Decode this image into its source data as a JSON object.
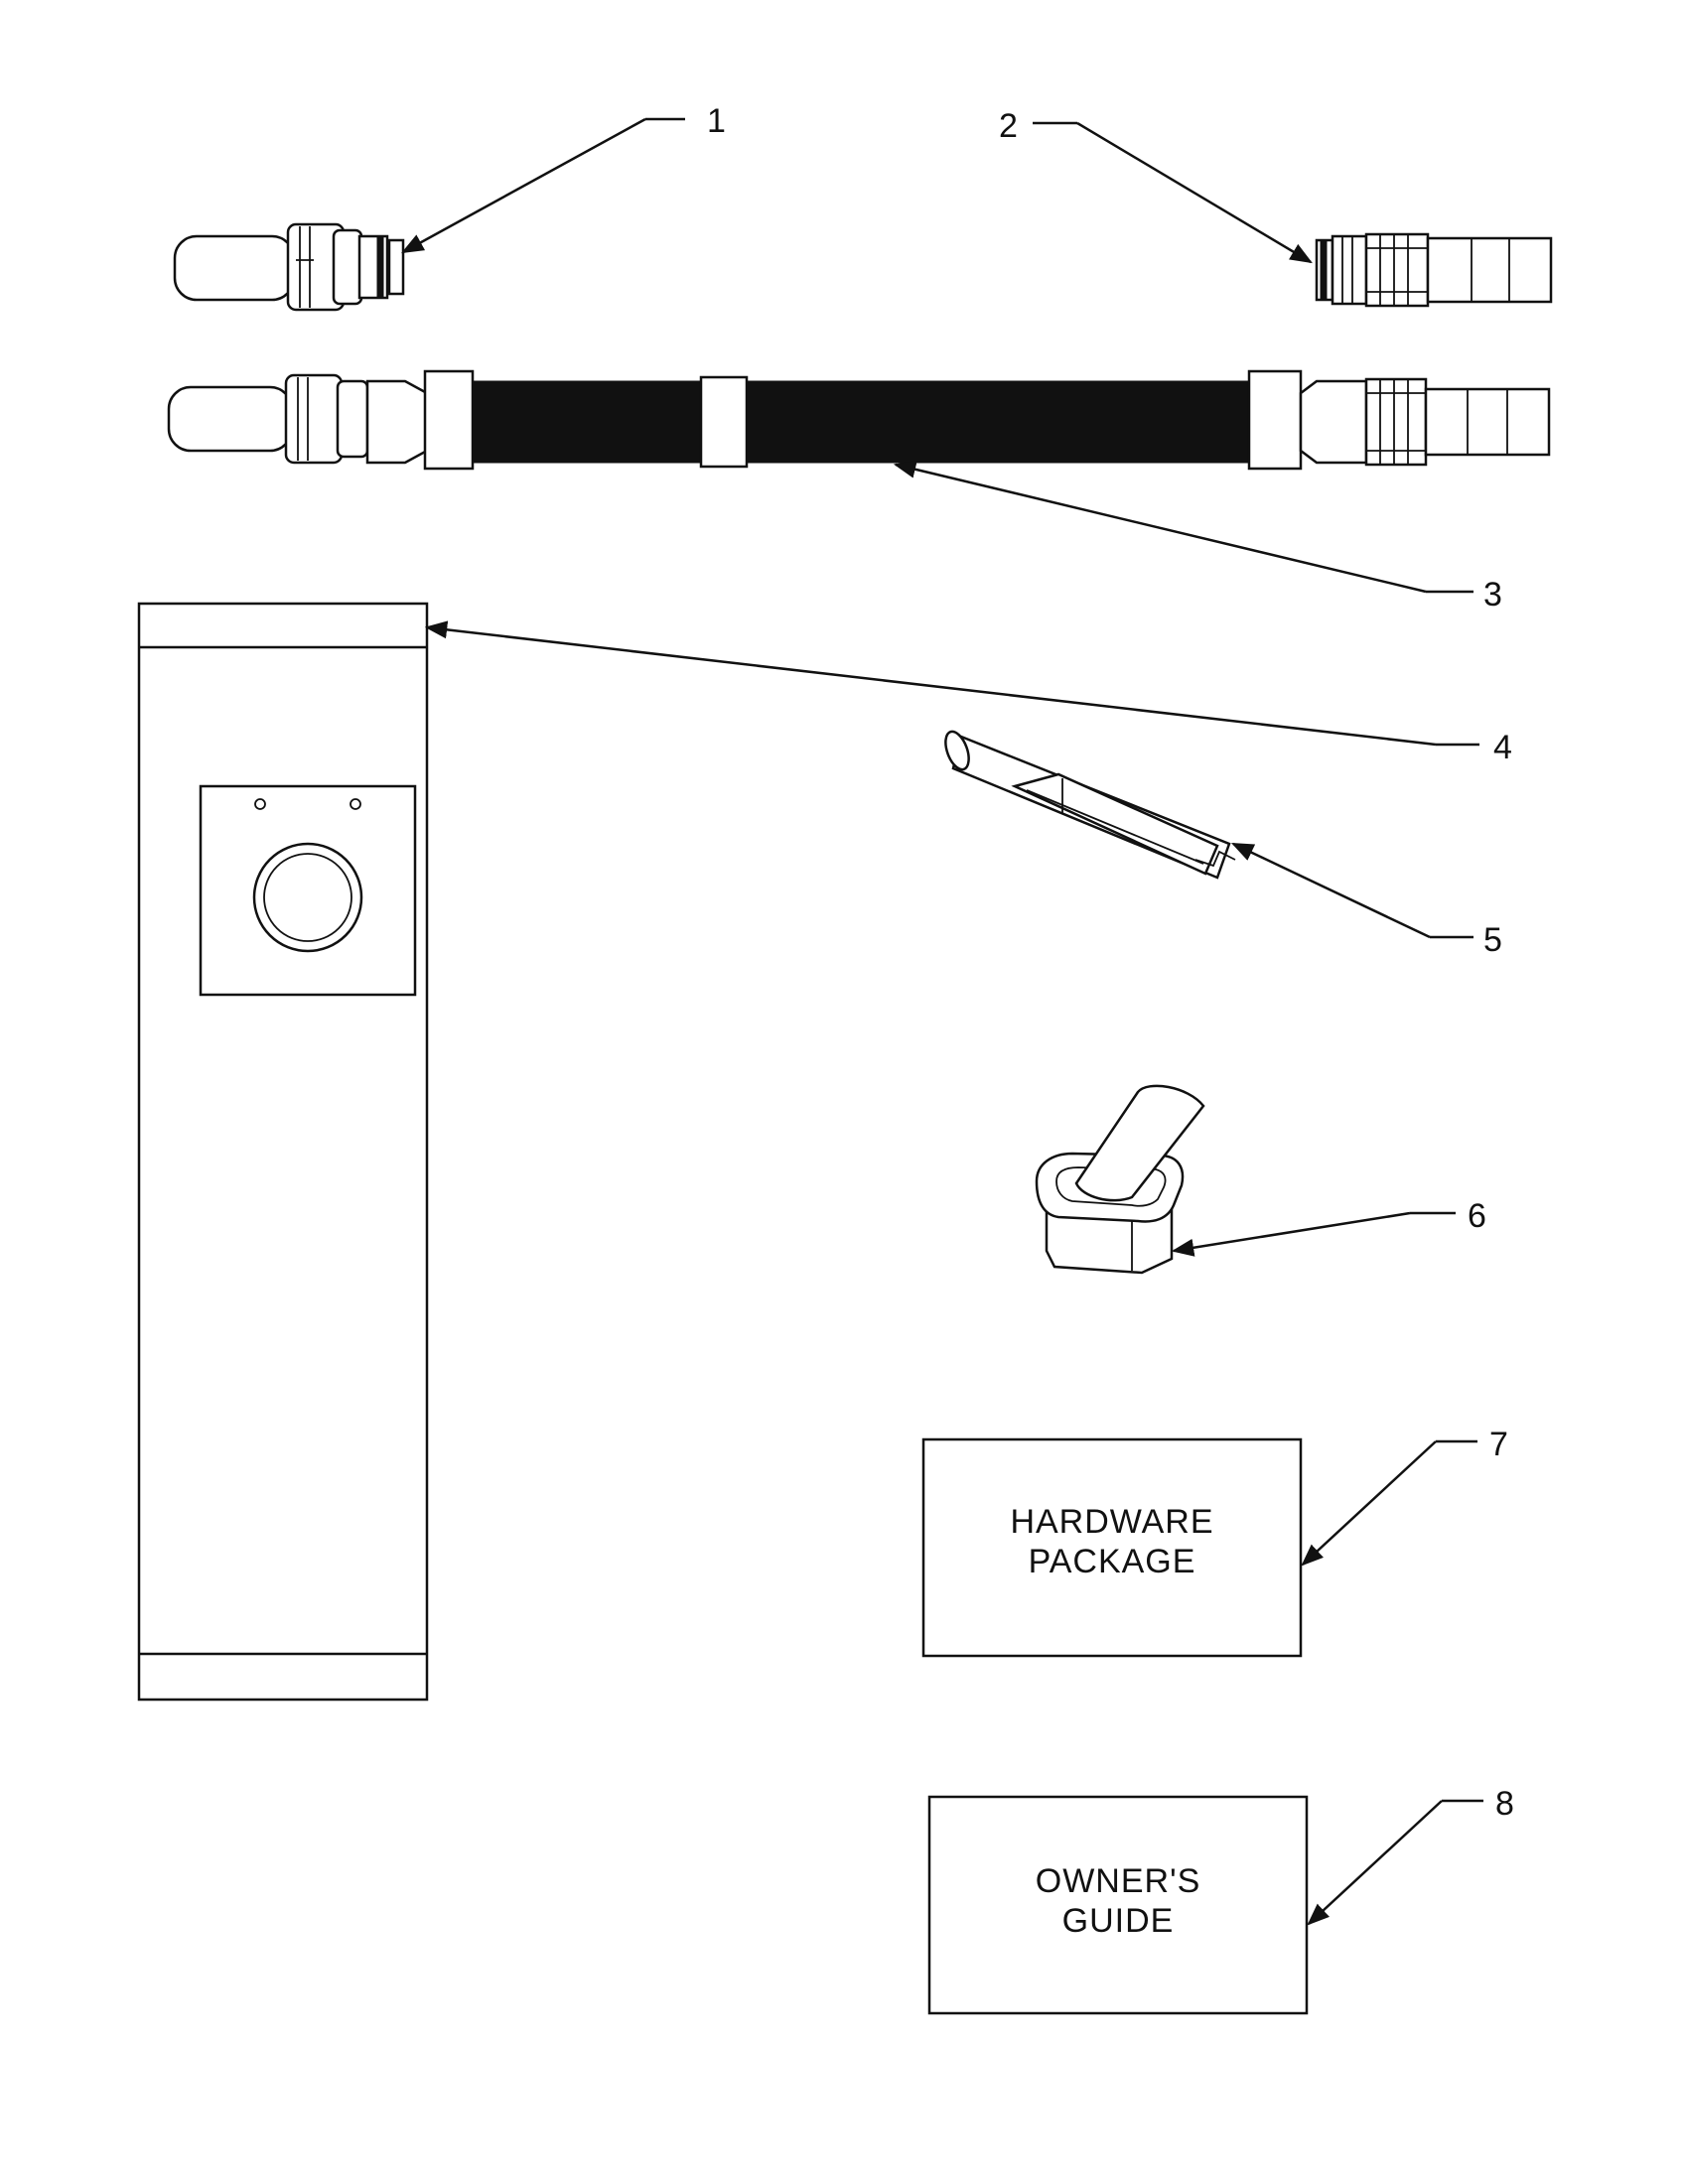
{
  "callouts": {
    "c1": "1",
    "c2": "2",
    "c3": "3",
    "c4": "4",
    "c5": "5",
    "c6": "6",
    "c7": "7",
    "c8": "8"
  },
  "boxes": {
    "hardware_line1": "HARDWARE",
    "hardware_line2": "PACKAGE",
    "guide_line1": "OWNER'S",
    "guide_line2": "GUIDE"
  },
  "icons": {
    "part1": "hose-cuff-icon",
    "part2": "hose-swivel-icon",
    "part3": "hose-assembly-icon",
    "part4": "filter-bag-icon",
    "part5": "crevice-tool-icon",
    "part6": "upholstery-nozzle-icon"
  },
  "colors": {
    "ink": "#111111",
    "paper": "#ffffff"
  }
}
